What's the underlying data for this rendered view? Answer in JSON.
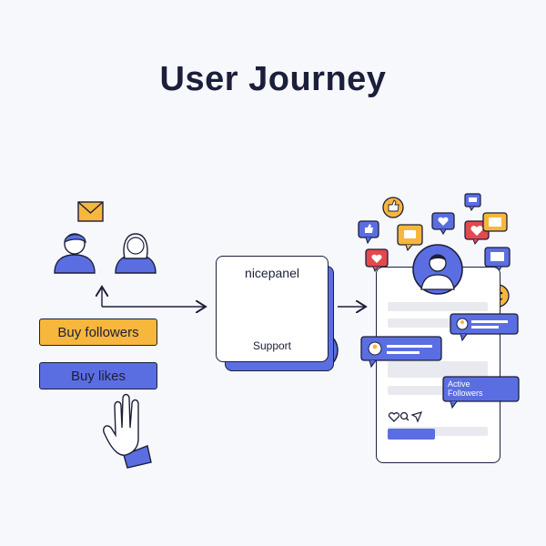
{
  "title": "User Journey",
  "buttons": {
    "buy_followers": "Buy followers",
    "buy_likes": "Buy likes"
  },
  "panel": {
    "brand": "nicepanel",
    "support": "Support"
  },
  "profile": {
    "active_followers": "Active\nFollowers"
  },
  "colors": {
    "accent_blue": "#5b6ee1",
    "accent_yellow": "#f6b73c",
    "accent_red": "#e5484d",
    "ink": "#1b1f3b"
  }
}
